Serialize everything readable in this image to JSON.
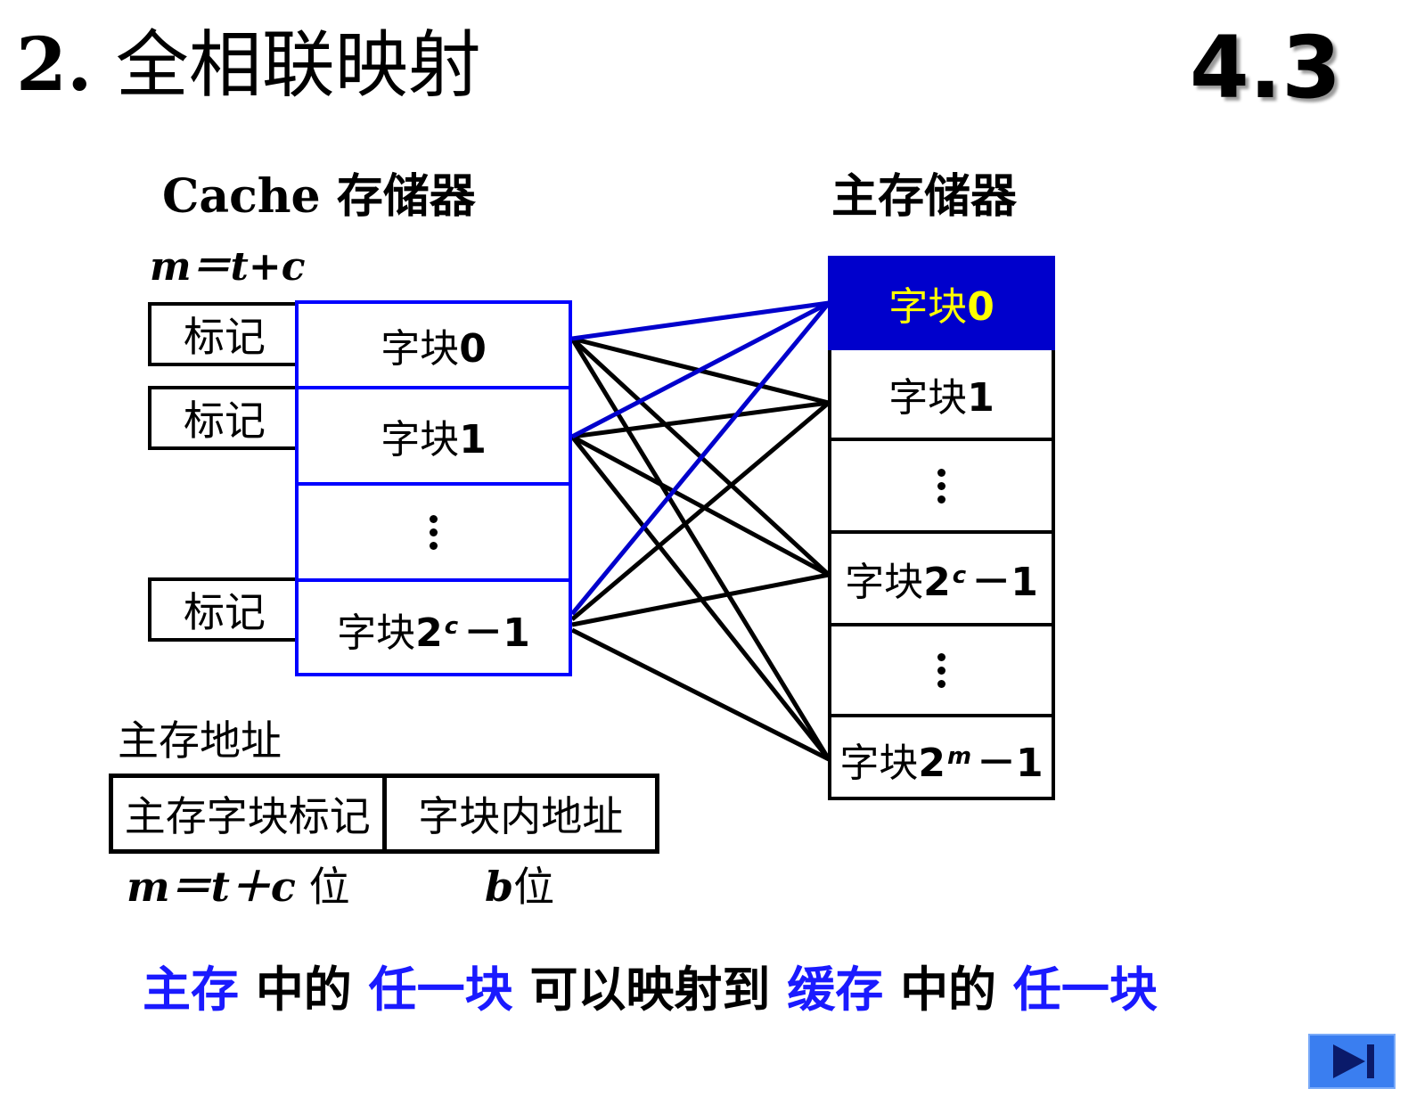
{
  "title": {
    "number": "2.",
    "text": "全相联映射"
  },
  "section_number": "4.3",
  "cache": {
    "heading": "Cache 存储器",
    "formula": "m＝t+c",
    "tag_label": "标记",
    "blocks": [
      {
        "label": "字块",
        "num": "0",
        "sup": "",
        "tail": ""
      },
      {
        "label": "字块",
        "num": "1",
        "sup": "",
        "tail": ""
      },
      {
        "label": "",
        "num": "",
        "sup": "",
        "tail": "",
        "dots": true
      },
      {
        "label": "字块",
        "num": "2",
        "sup": "c",
        "tail": "－1"
      }
    ]
  },
  "memory": {
    "heading": "主存储器",
    "blocks": [
      {
        "label": "字块",
        "num": "0",
        "sup": "",
        "tail": "",
        "highlight": true
      },
      {
        "label": "字块",
        "num": "1",
        "sup": "",
        "tail": ""
      },
      {
        "label": "",
        "num": "",
        "sup": "",
        "tail": "",
        "dots": true
      },
      {
        "label": "字块",
        "num": "2",
        "sup": "c",
        "tail": "－1"
      },
      {
        "label": "",
        "num": "",
        "sup": "",
        "tail": "",
        "dots": true
      },
      {
        "label": "字块",
        "num": "2",
        "sup": "m",
        "tail": "－1"
      }
    ]
  },
  "address": {
    "label": "主存地址",
    "field1": "主存字块标记",
    "field2": "字块内地址",
    "field1_bits": {
      "expr": "m＝t＋c",
      "unit": "位"
    },
    "field2_bits": {
      "expr": "b",
      "unit": "位"
    }
  },
  "conclusion": {
    "p1": "主存",
    "p2": "中的",
    "p3": "任一块",
    "p4": "可以映射到",
    "p5": "缓存",
    "p6": "中的",
    "p7": "任一块"
  },
  "colors": {
    "cache_border": "#0000ff",
    "highlight_bg": "#0000cc",
    "highlight_text": "#ffff00",
    "mapping_highlight": "#0000cc",
    "mapping_line": "#000000",
    "conclusion_blue": "#1a1aff",
    "next_button": "#3a7ef0"
  },
  "icons": {
    "next": "skip-next-icon"
  }
}
